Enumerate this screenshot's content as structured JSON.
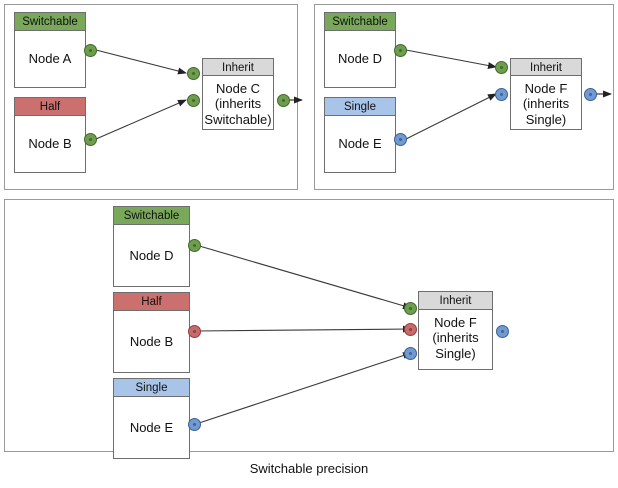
{
  "diagram": {
    "caption": "Switchable precision",
    "colors": {
      "switchable": "#7aa85a",
      "half": "#cc6f6f",
      "single": "#a8c4e8",
      "inherit": "#d9d9d9",
      "port_green": "#6d9e4e",
      "port_red": "#c96a6a",
      "port_blue": "#6f9ad4",
      "edge": "#3a3a3a",
      "panel_border": "#9a9a9a"
    }
  },
  "panels": [
    {
      "id": "panel-left",
      "nodes": [
        {
          "id": "node-a",
          "header": "Switchable",
          "body": "Node A",
          "header_kind": "sw"
        },
        {
          "id": "node-b",
          "header": "Half",
          "body": "Node B",
          "header_kind": "half"
        },
        {
          "id": "node-c",
          "header": "Inherit",
          "body": "Node C\n(inherits\nSwitchable)",
          "header_kind": "inherit"
        }
      ],
      "ports": [
        {
          "id": "port-a-out",
          "color": "green"
        },
        {
          "id": "port-b-out",
          "color": "green"
        },
        {
          "id": "port-c-in-1",
          "color": "green"
        },
        {
          "id": "port-c-in-2",
          "color": "green"
        },
        {
          "id": "port-c-out",
          "color": "green"
        }
      ],
      "edges": [
        {
          "from": "node-a",
          "to": "node-c"
        },
        {
          "from": "node-b",
          "to": "node-c"
        }
      ]
    },
    {
      "id": "panel-right",
      "nodes": [
        {
          "id": "node-d",
          "header": "Switchable",
          "body": "Node D",
          "header_kind": "sw"
        },
        {
          "id": "node-e",
          "header": "Single",
          "body": "Node E",
          "header_kind": "single"
        },
        {
          "id": "node-f",
          "header": "Inherit",
          "body": "Node F\n(inherits\nSingle)",
          "header_kind": "inherit"
        }
      ],
      "ports": [
        {
          "id": "port-d-out",
          "color": "green"
        },
        {
          "id": "port-e-out",
          "color": "blue"
        },
        {
          "id": "port-f-in-1",
          "color": "green"
        },
        {
          "id": "port-f-in-2",
          "color": "blue"
        },
        {
          "id": "port-f-out",
          "color": "blue"
        }
      ],
      "edges": [
        {
          "from": "node-d",
          "to": "node-f"
        },
        {
          "from": "node-e",
          "to": "node-f"
        }
      ]
    },
    {
      "id": "panel-bottom",
      "nodes": [
        {
          "id": "node-d2",
          "header": "Switchable",
          "body": "Node D",
          "header_kind": "sw"
        },
        {
          "id": "node-b2",
          "header": "Half",
          "body": "Node B",
          "header_kind": "half"
        },
        {
          "id": "node-e2",
          "header": "Single",
          "body": "Node E",
          "header_kind": "single"
        },
        {
          "id": "node-f2",
          "header": "Inherit",
          "body": "Node F\n(inherits\nSingle)",
          "header_kind": "inherit"
        }
      ],
      "ports": [
        {
          "id": "port-d2-out",
          "color": "green"
        },
        {
          "id": "port-b2-out",
          "color": "red"
        },
        {
          "id": "port-e2-out",
          "color": "blue"
        },
        {
          "id": "port-f2-in-1",
          "color": "green"
        },
        {
          "id": "port-f2-in-2",
          "color": "red"
        },
        {
          "id": "port-f2-in-3",
          "color": "blue"
        },
        {
          "id": "port-f2-out",
          "color": "blue"
        }
      ],
      "edges": [
        {
          "from": "node-d2",
          "to": "node-f2"
        },
        {
          "from": "node-b2",
          "to": "node-f2"
        },
        {
          "from": "node-e2",
          "to": "node-f2"
        }
      ]
    }
  ]
}
